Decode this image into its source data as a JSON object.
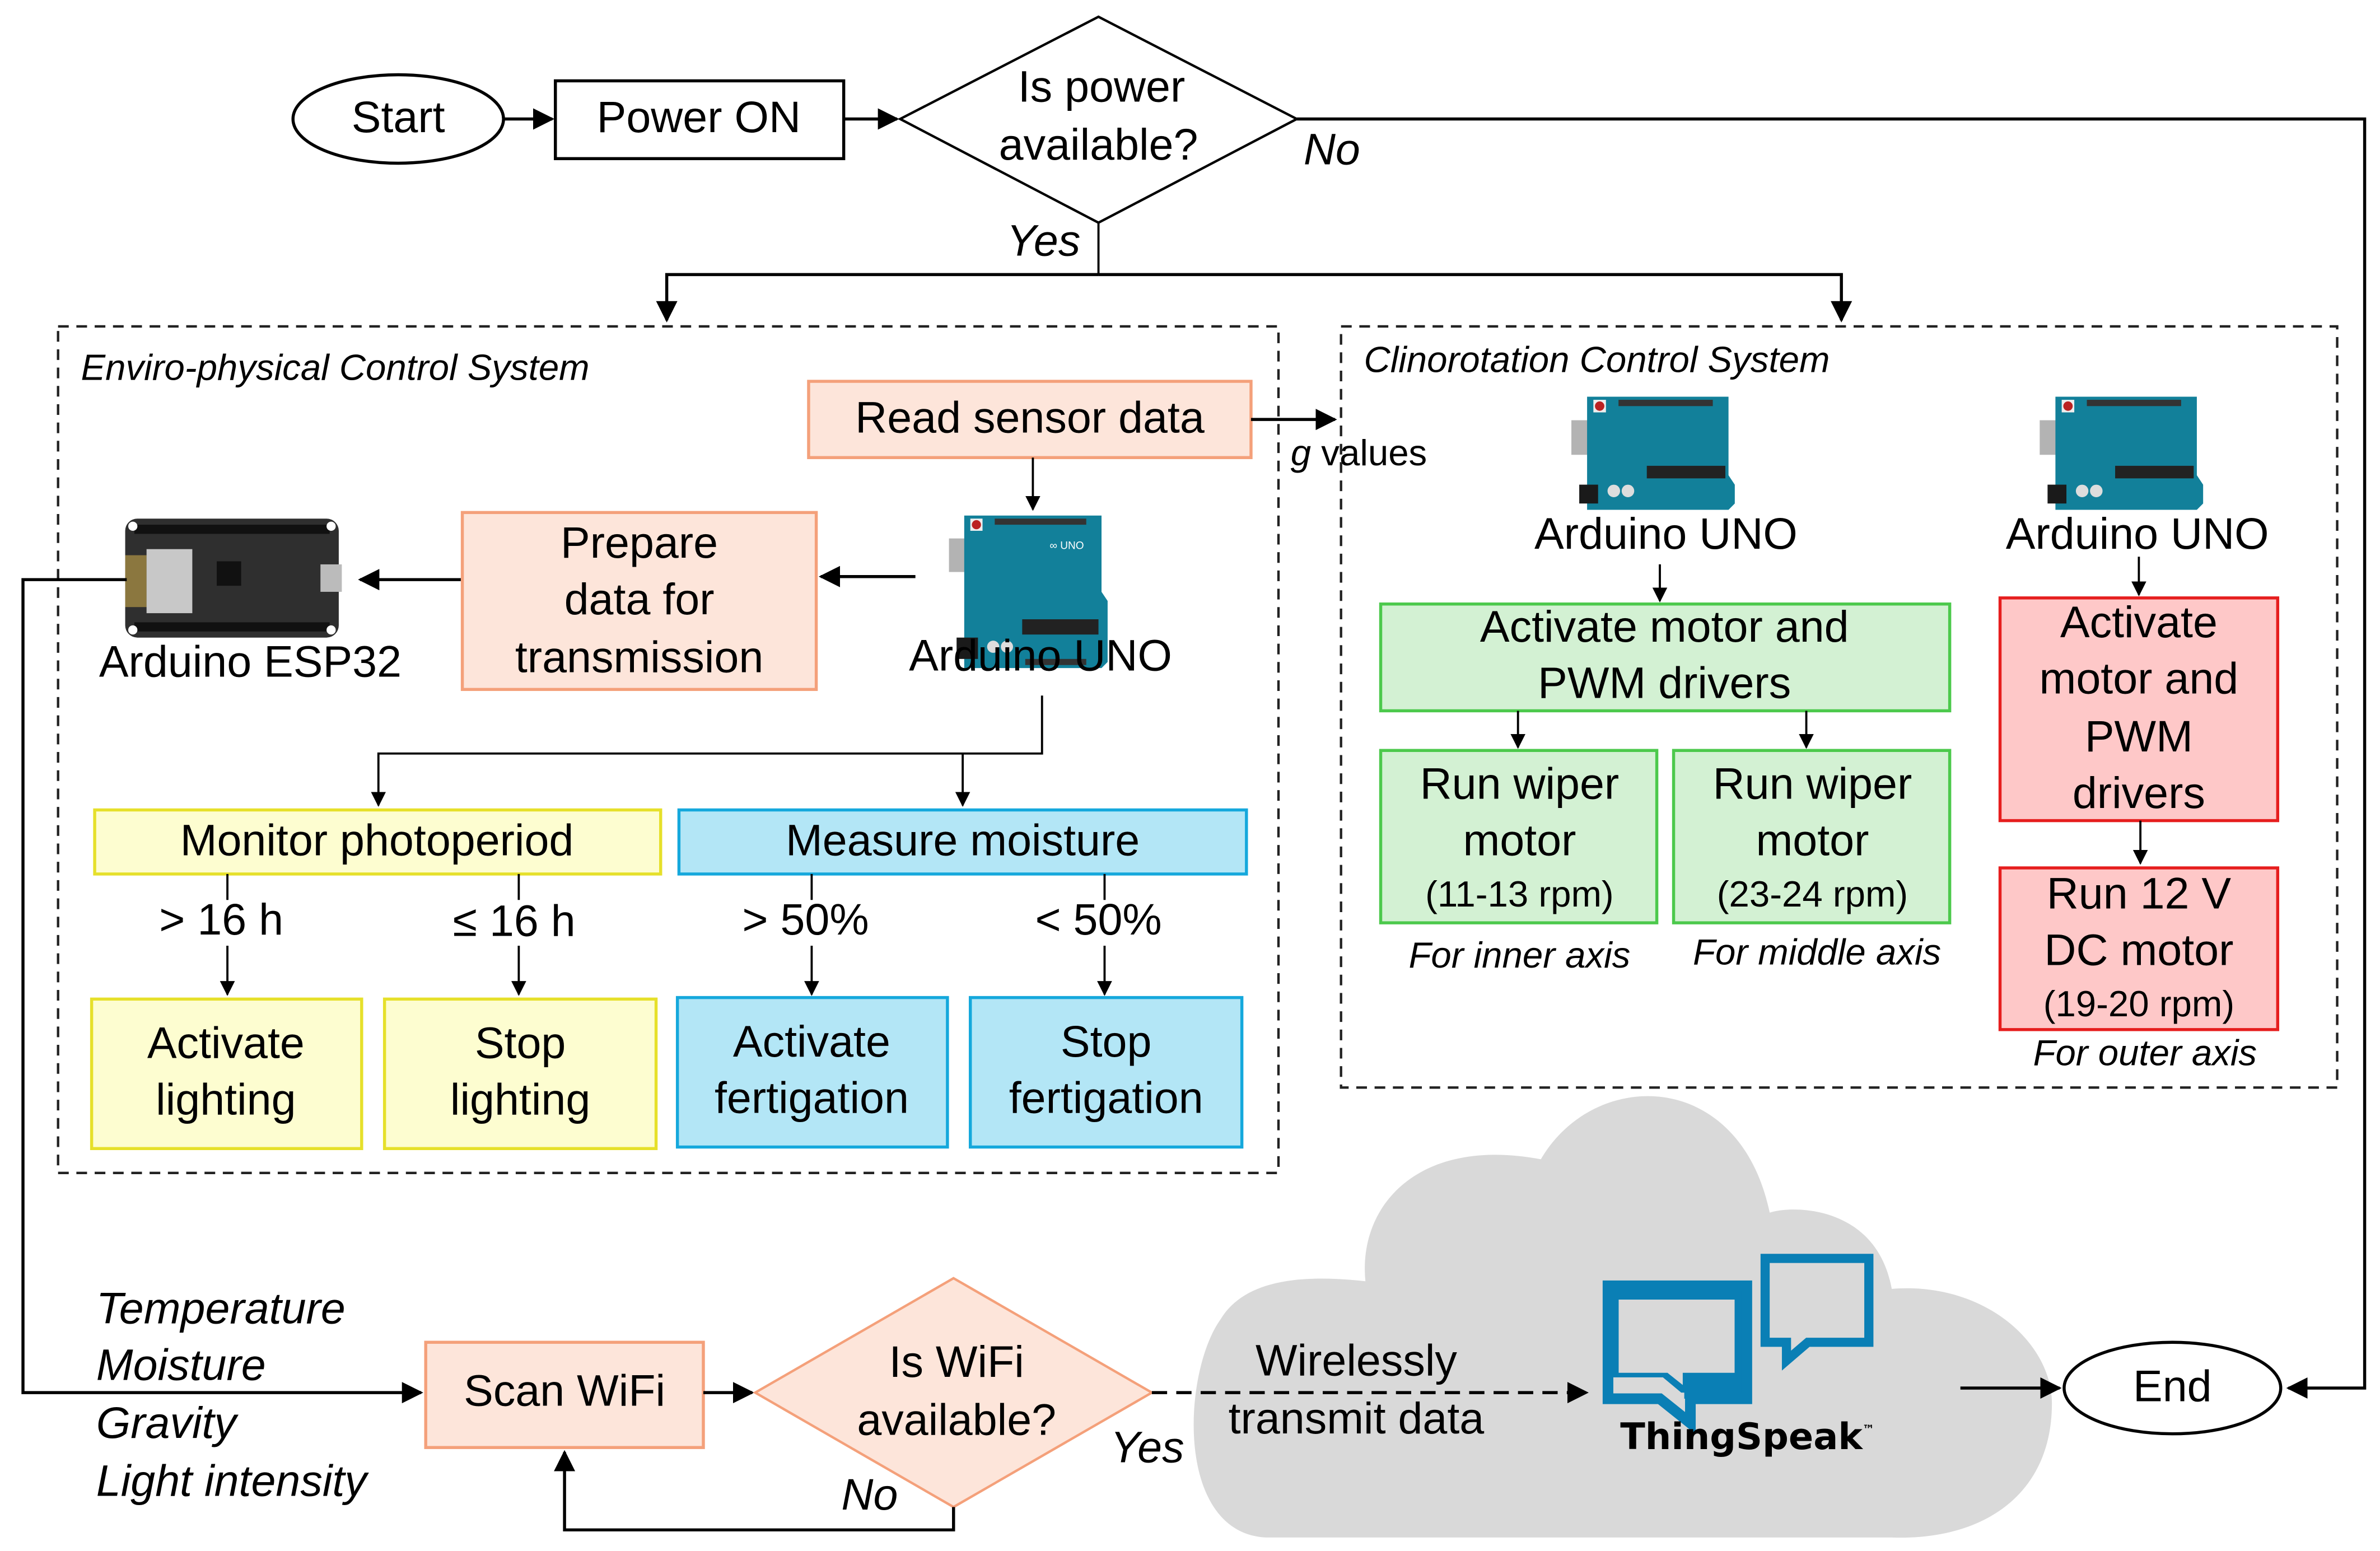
{
  "flow": {
    "start": "Start",
    "power_on": "Power ON",
    "power_question": [
      "Is power",
      "available?"
    ],
    "power_yes": "Yes",
    "power_no": "No",
    "end": "End"
  },
  "enviro": {
    "title": "Enviro-physical Control System",
    "read_sensor": "Read sensor data",
    "g_values_prefix": "g",
    "g_values_suffix": " values",
    "prepare": [
      "Prepare",
      "data for",
      "transmission"
    ],
    "uno_label": "Arduino UNO",
    "esp32_label": "Arduino ESP32",
    "photoperiod": "Monitor photoperiod",
    "moisture": "Measure moisture",
    "cond_gt16": "> 16 h",
    "cond_le16": "≤ 16 h",
    "cond_gt50": "> 50%",
    "cond_lt50": "< 50%",
    "activate_lighting": [
      "Activate",
      "lighting"
    ],
    "stop_lighting": [
      "Stop",
      "lighting"
    ],
    "activate_fertigation": [
      "Activate",
      "fertigation"
    ],
    "stop_fertigation": [
      "Stop",
      "fertigation"
    ]
  },
  "clino": {
    "title": "Clinorotation Control System",
    "uno1_label": "Arduino UNO",
    "uno2_label": "Arduino UNO",
    "activate_green": [
      "Activate motor and",
      "PWM drivers"
    ],
    "wiper_inner": [
      "Run wiper",
      "motor",
      "(11-13 rpm)"
    ],
    "wiper_middle": [
      "Run wiper",
      "motor",
      "(23-24 rpm)"
    ],
    "inner_axis": "For inner axis",
    "middle_axis": "For middle axis",
    "activate_red": [
      "Activate",
      "motor and",
      "PWM",
      "drivers"
    ],
    "dc_motor": [
      "Run 12 V",
      "DC motor",
      "(19-20 rpm)"
    ],
    "outer_axis": "For outer axis"
  },
  "wireless": {
    "sensor_list": [
      "Temperature",
      "Moisture",
      "Gravity",
      "Light intensity"
    ],
    "scan_wifi": "Scan WiFi",
    "wifi_question": [
      "Is WiFi",
      "available?"
    ],
    "wifi_yes": "Yes",
    "wifi_no": "No",
    "transmit": [
      "Wirelessly",
      "transmit data"
    ],
    "thingspeak": "ThingSpeak",
    "trademark": "™"
  },
  "colors": {
    "orange_fill": "#fde5da",
    "orange_stroke": "#f4a07a",
    "yellow_fill": "#fdfdd0",
    "yellow_stroke": "#e6e02a",
    "blue_fill": "#b3e6f6",
    "blue_stroke": "#15a8dc",
    "green_fill": "#d3f1d3",
    "green_stroke": "#4cc94c",
    "red_fill": "#fec8c8",
    "red_stroke": "#e61e1e",
    "cloud_fill": "#d9d9d9",
    "thingspeak_blue": "#0a7fb5",
    "arduino_teal": "#12809a"
  }
}
